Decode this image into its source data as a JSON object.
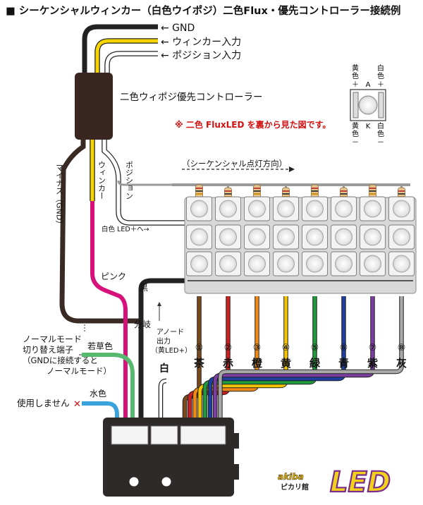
{
  "title": "■ シーケンシャルウィンカー（白色ウイポジ）二色Flux・優先コントローラー接続例",
  "input_labels": {
    "gnd": "← GND",
    "winker": "← ウィンカー入力",
    "position": "← ポジション入力"
  },
  "controller_label": "二色ウィポジ優先コントローラー",
  "note": "※ 二色 FluxLED を裏から見た図です。",
  "led_pins": {
    "top_left": [
      "黄",
      "色",
      "＋"
    ],
    "top_right": [
      "白",
      "色",
      "＋"
    ],
    "bottom_left": [
      "黄",
      "色",
      "－"
    ],
    "bottom_right": [
      "白",
      "色",
      "－"
    ],
    "anode": "A",
    "cathode": "K"
  },
  "wire_labels": {
    "minus": "マイナス（GND）",
    "winker": "ウィンカー",
    "position": "ポジション",
    "pink": "ピンク",
    "black": "黒",
    "branch": "分岐",
    "yellowgreen": "若草色",
    "lightblue": "水色",
    "white_led": "白色 LED＋へ→",
    "sequence": "（シーケンシャル点灯方向）",
    "anode_out": [
      "アノード",
      "出力",
      "（黄LED+）"
    ],
    "white": "白"
  },
  "normal_mode": [
    "ノーマルモード",
    "切り替え端子",
    "（GNDに接続すると",
    "ノーマルモード）"
  ],
  "unused": "使用しません",
  "unused_mark": "✕",
  "outputs": [
    {
      "num": "①",
      "label": "茶",
      "color": "#7a4a1e"
    },
    {
      "num": "②",
      "label": "赤",
      "color": "#cc1f1f"
    },
    {
      "num": "③",
      "label": "橙",
      "color": "#f08a14"
    },
    {
      "num": "④",
      "label": "黄",
      "color": "#f4c400"
    },
    {
      "num": "⑤",
      "label": "緑",
      "color": "#1f9a3c"
    },
    {
      "num": "⑥",
      "label": "青",
      "color": "#1c3fa0"
    },
    {
      "num": "⑦",
      "label": "紫",
      "color": "#7b3ea0"
    },
    {
      "num": "⑧",
      "label": "灰",
      "color": "#a8a8a8"
    }
  ],
  "logo": {
    "top": "akiba",
    "sub": "ピカリ館",
    "main": "LED"
  },
  "colors": {
    "black_wire": "#3a2a24",
    "yellow_wire": "#f5d400",
    "pink_wire": "#d6127a",
    "yellowgreen_wire": "#56b96d",
    "lightblue_wire": "#3aa3dc",
    "led_body": "#f0f0f0"
  }
}
